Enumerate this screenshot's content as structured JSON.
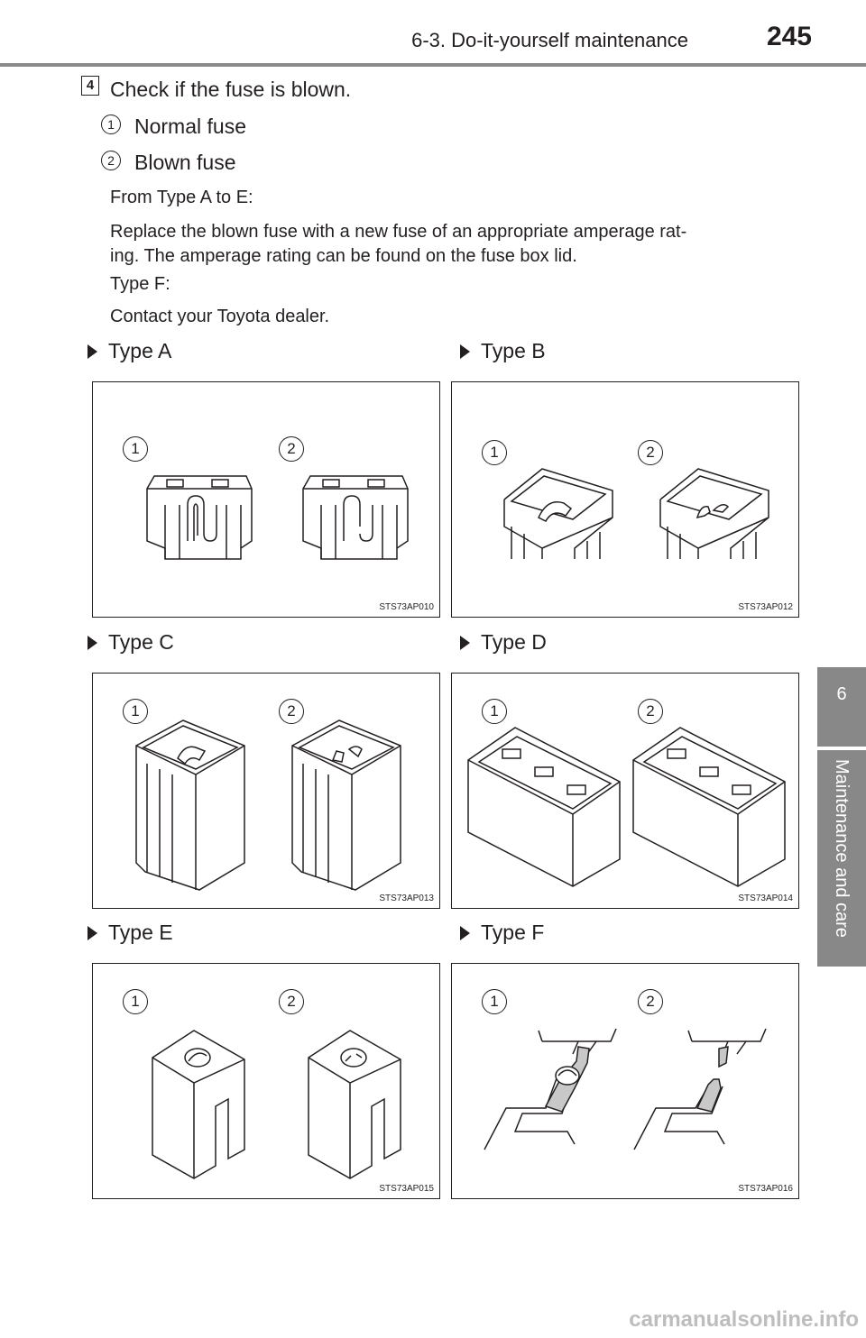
{
  "header": {
    "section": "6-3. Do-it-yourself maintenance",
    "page": "245"
  },
  "side_tab": {
    "number": "6",
    "label": "Maintenance and care"
  },
  "step": {
    "number": "4",
    "text": "Check if the fuse is blown.",
    "items": [
      {
        "number": "1",
        "label": "Normal fuse"
      },
      {
        "number": "2",
        "label": "Blown fuse"
      }
    ],
    "paragraphs": [
      "From Type A to E:",
      "Replace the blown fuse with a new fuse of an appropriate amperage rat-",
      "ing. The amperage rating can be found on the fuse box lid.",
      "Type F:",
      "Contact your Toyota dealer."
    ]
  },
  "figures": [
    {
      "label": "Type A",
      "code": "STS73AP010",
      "callouts": [
        "1",
        "2"
      ]
    },
    {
      "label": "Type B",
      "code": "STS73AP012",
      "callouts": [
        "1",
        "2"
      ]
    },
    {
      "label": "Type C",
      "code": "STS73AP013",
      "callouts": [
        "1",
        "2"
      ]
    },
    {
      "label": "Type D",
      "code": "STS73AP014",
      "callouts": [
        "1",
        "2"
      ]
    },
    {
      "label": "Type E",
      "code": "STS73AP015",
      "callouts": [
        "1",
        "2"
      ]
    },
    {
      "label": "Type F",
      "code": "STS73AP016",
      "callouts": [
        "1",
        "2"
      ]
    }
  ],
  "watermark": "carmanualsonline.info"
}
